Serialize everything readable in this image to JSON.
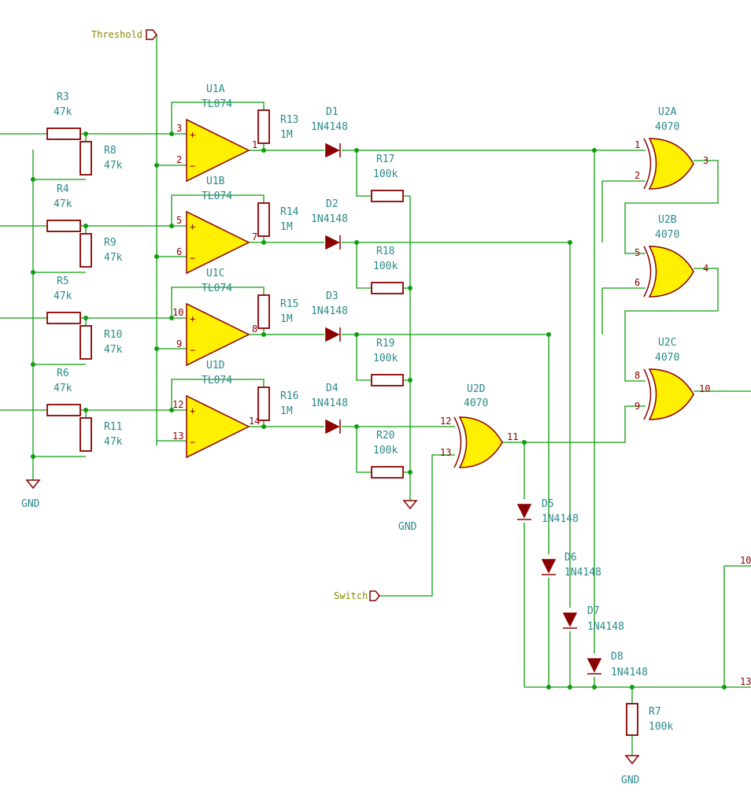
{
  "nets": {
    "threshold": "Threshold",
    "switch": "Switch",
    "gnd": "GND"
  },
  "opamps": [
    {
      "ref": "U1A",
      "value": "TL074",
      "pin_plus": "3",
      "pin_minus": "2",
      "pin_out": "1"
    },
    {
      "ref": "U1B",
      "value": "TL074",
      "pin_plus": "5",
      "pin_minus": "6",
      "pin_out": "7"
    },
    {
      "ref": "U1C",
      "value": "TL074",
      "pin_plus": "10",
      "pin_minus": "9",
      "pin_out": "8"
    },
    {
      "ref": "U1D",
      "value": "TL074",
      "pin_plus": "12",
      "pin_minus": "13",
      "pin_out": "14"
    }
  ],
  "opamp_signs": {
    "plus": "+",
    "minus": "−"
  },
  "input_resistors": [
    {
      "ref": "R3",
      "value": "47k"
    },
    {
      "ref": "R4",
      "value": "47k"
    },
    {
      "ref": "R5",
      "value": "47k"
    },
    {
      "ref": "R6",
      "value": "47k"
    }
  ],
  "shunt_resistors": [
    {
      "ref": "R8",
      "value": "47k"
    },
    {
      "ref": "R9",
      "value": "47k"
    },
    {
      "ref": "R10",
      "value": "47k"
    },
    {
      "ref": "R11",
      "value": "47k"
    }
  ],
  "feedback_resistors": [
    {
      "ref": "R13",
      "value": "1M"
    },
    {
      "ref": "R14",
      "value": "1M"
    },
    {
      "ref": "R15",
      "value": "1M"
    },
    {
      "ref": "R16",
      "value": "1M"
    }
  ],
  "output_diodes": [
    {
      "ref": "D1",
      "value": "1N4148"
    },
    {
      "ref": "D2",
      "value": "1N4148"
    },
    {
      "ref": "D3",
      "value": "1N4148"
    },
    {
      "ref": "D4",
      "value": "1N4148"
    }
  ],
  "pulldown_resistors": [
    {
      "ref": "R17",
      "value": "100k"
    },
    {
      "ref": "R18",
      "value": "100k"
    },
    {
      "ref": "R19",
      "value": "100k"
    },
    {
      "ref": "R20",
      "value": "100k"
    }
  ],
  "xor_gates": [
    {
      "ref": "U2A",
      "value": "4070",
      "pin_a": "1",
      "pin_b": "2",
      "pin_out": "3"
    },
    {
      "ref": "U2B",
      "value": "4070",
      "pin_a": "5",
      "pin_b": "6",
      "pin_out": "4"
    },
    {
      "ref": "U2C",
      "value": "4070",
      "pin_a": "8",
      "pin_b": "9",
      "pin_out": "10"
    },
    {
      "ref": "U2D",
      "value": "4070",
      "pin_a": "12",
      "pin_b": "13",
      "pin_out": "11"
    }
  ],
  "or_diodes": [
    {
      "ref": "D5",
      "value": "1N4148"
    },
    {
      "ref": "D6",
      "value": "1N4148"
    },
    {
      "ref": "D7",
      "value": "1N4148"
    },
    {
      "ref": "D8",
      "value": "1N4148"
    }
  ],
  "r7": {
    "ref": "R7",
    "value": "100k"
  },
  "offpage_pins": {
    "top": "10",
    "bottom": "13"
  }
}
